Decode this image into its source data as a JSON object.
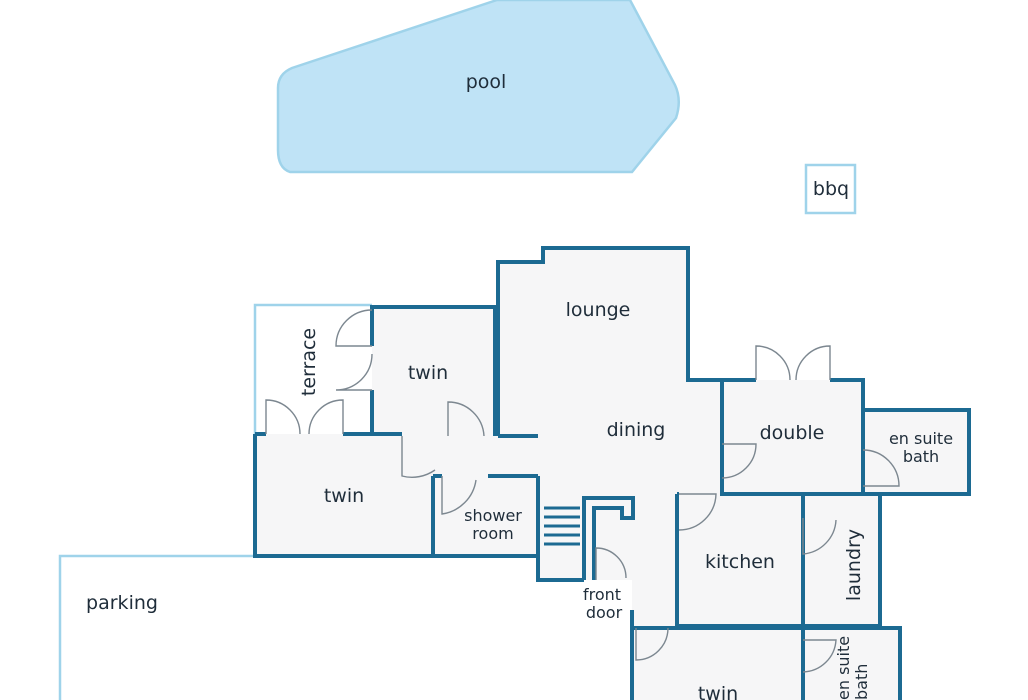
{
  "colors": {
    "wall": "#1c6a92",
    "pool_fill": "#bfe3f6",
    "outline_light": "#9fd3ea",
    "floor": "#f6f6f7",
    "door": "#7c8790"
  },
  "labels": {
    "pool": "pool",
    "bbq": "bbq",
    "terrace": "terrace",
    "twin_upper": "twin",
    "lounge": "lounge",
    "dining": "dining",
    "double": "double",
    "en_suite_bath_top_1": "en suite",
    "en_suite_bath_top_2": "bath",
    "twin_left": "twin",
    "shower_room_1": "shower",
    "shower_room_2": "room",
    "kitchen": "kitchen",
    "laundry": "laundry",
    "front_door_1": "front",
    "front_door_2": "door",
    "parking": "parking",
    "twin_bottom": "twin",
    "en_suite_bath_bottom_1": "en suite",
    "en_suite_bath_bottom_2": "bath"
  }
}
